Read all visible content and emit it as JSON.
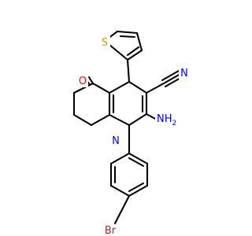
{
  "atoms": {
    "oxygen": {
      "symbol": "O",
      "color": "#FF0000"
    },
    "sulfur": {
      "symbol": "S",
      "color": "#C8A000"
    },
    "nitrile_nitrogen": {
      "symbol": "N",
      "color": "#0000FF"
    },
    "amine": {
      "symbol": "NH",
      "subscript": "2",
      "color": "#0000FF"
    },
    "ring_nitrogen": {
      "symbol": "N",
      "color": "#0000FF"
    },
    "bromine": {
      "symbol": "Br",
      "color": "#A52A2A"
    }
  },
  "bond_color": "#000000"
}
